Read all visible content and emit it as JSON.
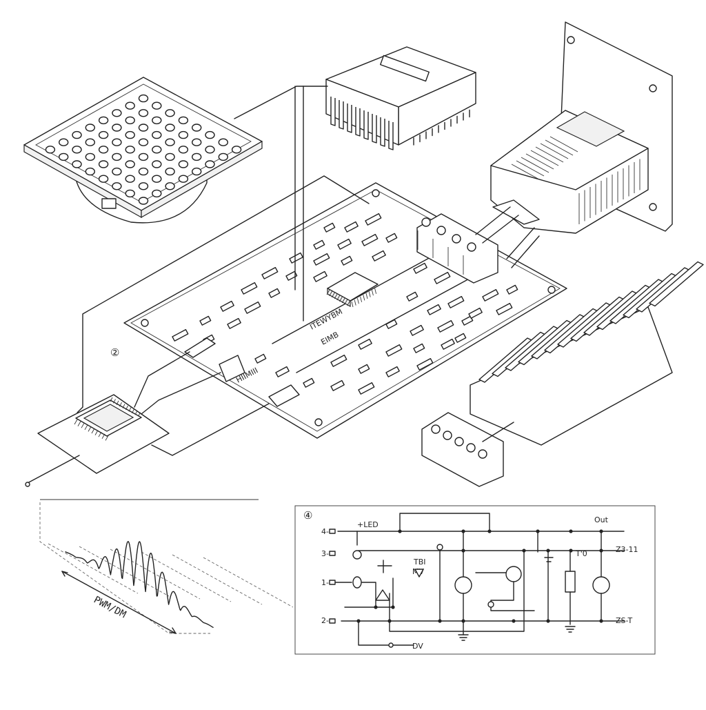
{
  "labels": {
    "circle_two": "②",
    "circle_four": "④",
    "pwm_label": "PWM/DM",
    "pcb_text_a": "ITEWYBM",
    "pcb_text_b": "EIMB",
    "pcb_text_c": "HIIMIII",
    "led_label": "+LED",
    "dv_label": "DV",
    "out_label": "Out",
    "to_label": "T'0",
    "pin_4": "4-",
    "pin_3": "3-",
    "pin_1": "1-",
    "pin_2": "2-",
    "right_pin_1": "Z3-11",
    "right_pin_2": "ZS-T",
    "tbi_label": "TBI",
    "mv_label": "MV"
  },
  "colors": {
    "ink": "#222222",
    "paper": "#ffffff",
    "shade": "#f1f1f1"
  }
}
